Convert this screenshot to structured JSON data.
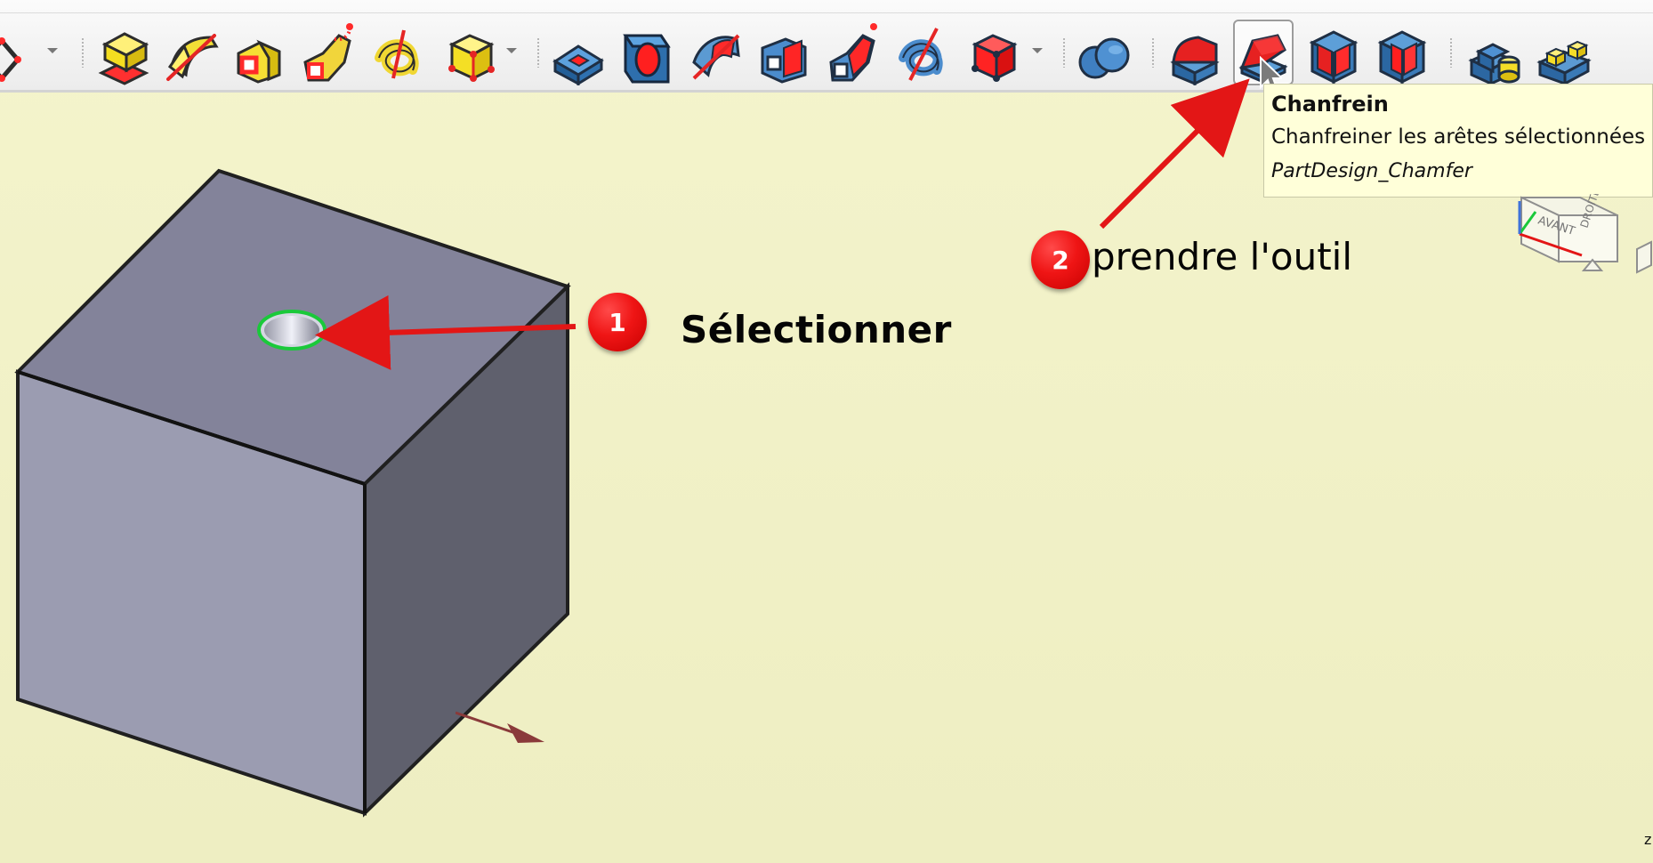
{
  "toolbar": {
    "buttons": [
      {
        "name": "sketch-tool",
        "icon": "sketch-icon"
      },
      {
        "name": "pad-tool",
        "icon": "pad-icon"
      },
      {
        "name": "revolution-tool",
        "icon": "revolution-icon"
      },
      {
        "name": "additive-loft-tool",
        "icon": "additive-loft-icon"
      },
      {
        "name": "additive-pipe-tool",
        "icon": "additive-pipe-icon"
      },
      {
        "name": "additive-helix-tool",
        "icon": "additive-helix-icon"
      },
      {
        "name": "additive-primitive-tool",
        "icon": "additive-primitive-icon"
      },
      {
        "name": "pocket-tool",
        "icon": "pocket-icon"
      },
      {
        "name": "hole-tool",
        "icon": "hole-icon"
      },
      {
        "name": "groove-tool",
        "icon": "groove-icon"
      },
      {
        "name": "subtractive-loft-tool",
        "icon": "subtractive-loft-icon"
      },
      {
        "name": "subtractive-pipe-tool",
        "icon": "subtractive-pipe-icon"
      },
      {
        "name": "subtractive-helix-tool",
        "icon": "subtractive-helix-icon"
      },
      {
        "name": "subtractive-primitive-tool",
        "icon": "subtractive-primitive-icon"
      },
      {
        "name": "boolean-tool",
        "icon": "boolean-icon"
      },
      {
        "name": "fillet-tool",
        "icon": "fillet-icon"
      },
      {
        "name": "chamfer-tool",
        "icon": "chamfer-icon",
        "active": true
      },
      {
        "name": "draft-tool",
        "icon": "draft-icon"
      },
      {
        "name": "thickness-tool",
        "icon": "thickness-icon"
      },
      {
        "name": "mirror-tool",
        "icon": "mirror-icon"
      },
      {
        "name": "linear-pattern-tool",
        "icon": "linear-pattern-icon"
      }
    ]
  },
  "tooltip": {
    "title": "Chanfrein",
    "description": "Chanfreiner les arêtes sélectionnées",
    "command": "PartDesign_Chamfer"
  },
  "annotations": {
    "step1": {
      "number": "1",
      "label": "Sélectionner"
    },
    "step2": {
      "number": "2",
      "label": "prendre l'outil"
    }
  },
  "navigation_cube": {
    "face_label_front": "AVANT",
    "face_label_right": "DROITE"
  },
  "axis": {
    "z_label": "z"
  },
  "colors": {
    "viewport_background": "#f3f3c8",
    "annotation_red": "#e31616",
    "selected_edge_green": "#1ac93a",
    "tooltip_background": "#ffffd9"
  }
}
